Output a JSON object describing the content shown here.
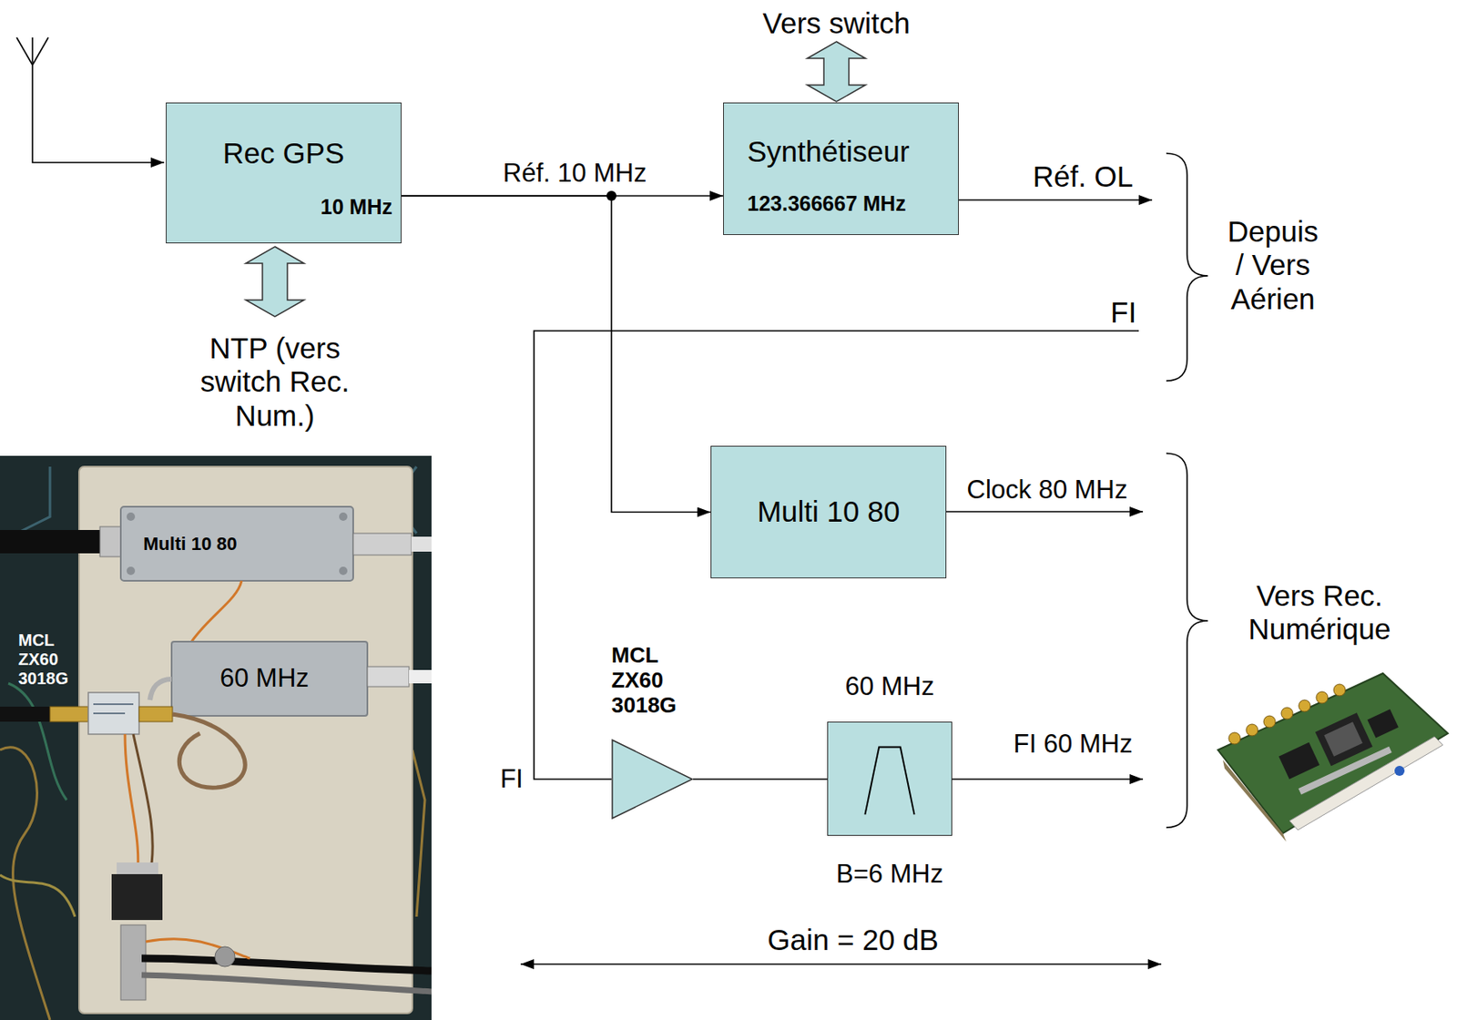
{
  "diagram": {
    "nodes": [
      {
        "text": [
          "Rec GPS",
          "10 MHz"
        ]
      },
      {
        "text": [
          "Synthétiseur",
          "123.366667 MHz"
        ]
      },
      {
        "text": [
          "Multi 10 80"
        ]
      },
      {
        "text": [
          "MCL ZX60 3018G"
        ]
      },
      {
        "text": [
          "60 MHz",
          "B=6 MHz"
        ]
      }
    ],
    "edges": [
      {
        "from": 0,
        "to": 1,
        "label": "Réf. 10 MHz",
        "arrow": "to"
      },
      {
        "from": 0,
        "to": 2,
        "arrow": "to"
      },
      {
        "from": 3,
        "to": 4,
        "arrow": "none"
      }
    ],
    "labels": [
      "Vers switch",
      "Réf. OL",
      "FI",
      "Depuis / Vers Aérien",
      "NTP (vers switch Rec. Num.)",
      "Clock 80 MHz",
      "Vers Rec. Numérique",
      "FI",
      "FI 60 MHz",
      "Gain = 20 dB",
      "Multi 10 80",
      "60 MHz",
      "MCL ZX60 3018G"
    ]
  }
}
